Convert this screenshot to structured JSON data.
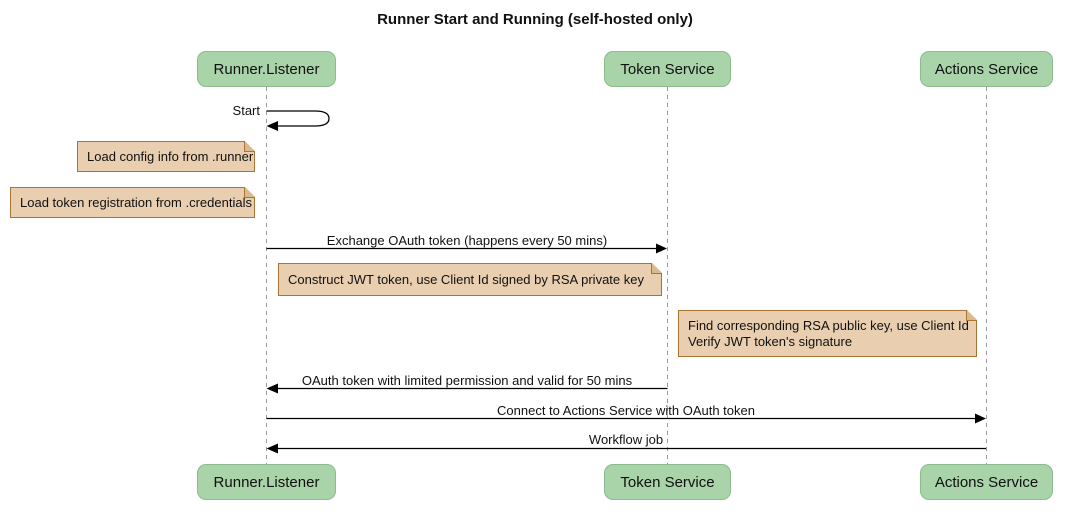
{
  "diagram_type": "sequence-diagram",
  "title": "Runner Start and Running (self-hosted only)",
  "participants": [
    {
      "id": "runner-listener",
      "label": "Runner.Listener"
    },
    {
      "id": "token-service",
      "label": "Token Service"
    },
    {
      "id": "actions-service",
      "label": "Actions Service"
    }
  ],
  "messages": [
    {
      "label": "Start",
      "from": "Runner.Listener",
      "to": "Runner.Listener",
      "type": "self"
    },
    {
      "label": "Exchange OAuth token (happens every 50 mins)",
      "from": "Runner.Listener",
      "to": "Token Service",
      "type": "solid-arrow"
    },
    {
      "label": "OAuth token with limited permission and valid for 50 mins",
      "from": "Token Service",
      "to": "Runner.Listener",
      "type": "solid-arrow"
    },
    {
      "label": "Connect to Actions Service with OAuth token",
      "from": "Runner.Listener",
      "to": "Actions Service",
      "type": "solid-arrow"
    },
    {
      "label": "Workflow job",
      "from": "Actions Service",
      "to": "Runner.Listener",
      "type": "solid-arrow"
    }
  ],
  "notes": [
    {
      "text": "Load config info from .runner",
      "position": "left of Runner.Listener"
    },
    {
      "text": "Load token registration from .credentials",
      "position": "left of Runner.Listener"
    },
    {
      "text": "Construct JWT token, use Client Id signed by RSA private key",
      "position": "right of Runner.Listener"
    },
    {
      "lines": [
        "Find corresponding RSA public key, use Client Id",
        "Verify JWT token's signature"
      ],
      "position": "left of Actions Service"
    }
  ],
  "colors": {
    "participant_fill": "#a9d3a8",
    "participant_border": "#8cbb8d",
    "note_fill": "#e9ceb0",
    "note_border": "#aa7434",
    "lifeline": "#999999",
    "arrow": "#000000",
    "text": "#111111",
    "background": "#ffffff"
  }
}
